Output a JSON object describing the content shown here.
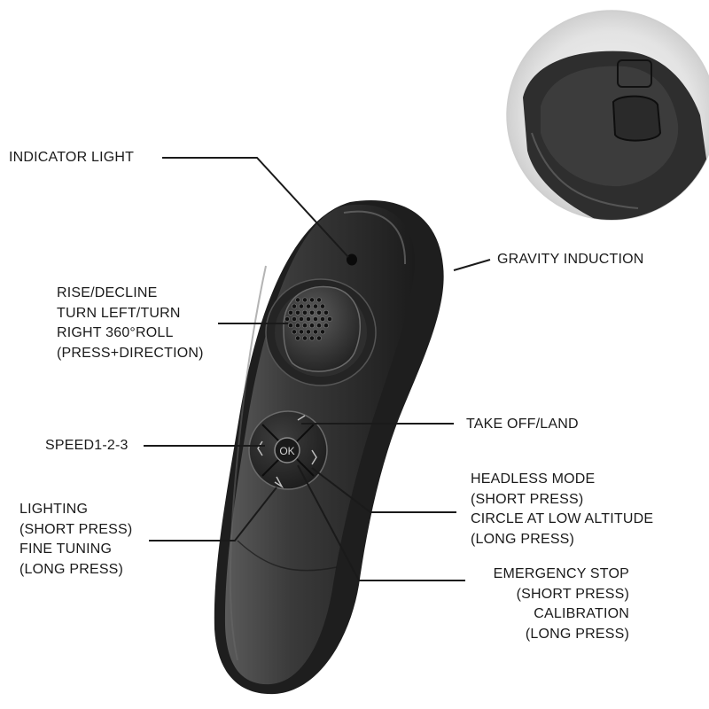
{
  "colors": {
    "body_dark": "#2b2b2b",
    "body_mid": "#4a4a4a",
    "body_light": "#6e6e6e",
    "leader_line": "#1a1a1a",
    "inset_bg": "#e8e8e8",
    "label_text": "#1a1a1a"
  },
  "labels": {
    "indicator_light": [
      "INDICATOR LIGHT"
    ],
    "gravity_induction": [
      "GRAVITY INDUCTION"
    ],
    "joystick": [
      "RISE/DECLINE",
      "TURN LEFT/TURN",
      "RIGHT 360°ROLL",
      "(PRESS+DIRECTION)"
    ],
    "take_off_land": [
      "TAKE OFF/LAND"
    ],
    "speed": [
      "SPEED1-2-3"
    ],
    "headless_mode": [
      "HEADLESS MODE",
      "(SHORT PRESS)",
      "CIRCLE AT LOW ALTITUDE",
      "(LONG PRESS)"
    ],
    "lighting": [
      "LIGHTING",
      "(SHORT PRESS)",
      "FINE TUNING",
      "(LONG PRESS)"
    ],
    "emergency_stop": [
      "EMERGENCY STOP",
      "(SHORT PRESS)",
      "CALIBRATION",
      "(LONG PRESS)"
    ]
  },
  "ok_button_label": "OK",
  "icons": [
    "arrow-up-icon",
    "arrow-left-icon",
    "arrow-right-icon",
    "arrow-down-icon"
  ]
}
